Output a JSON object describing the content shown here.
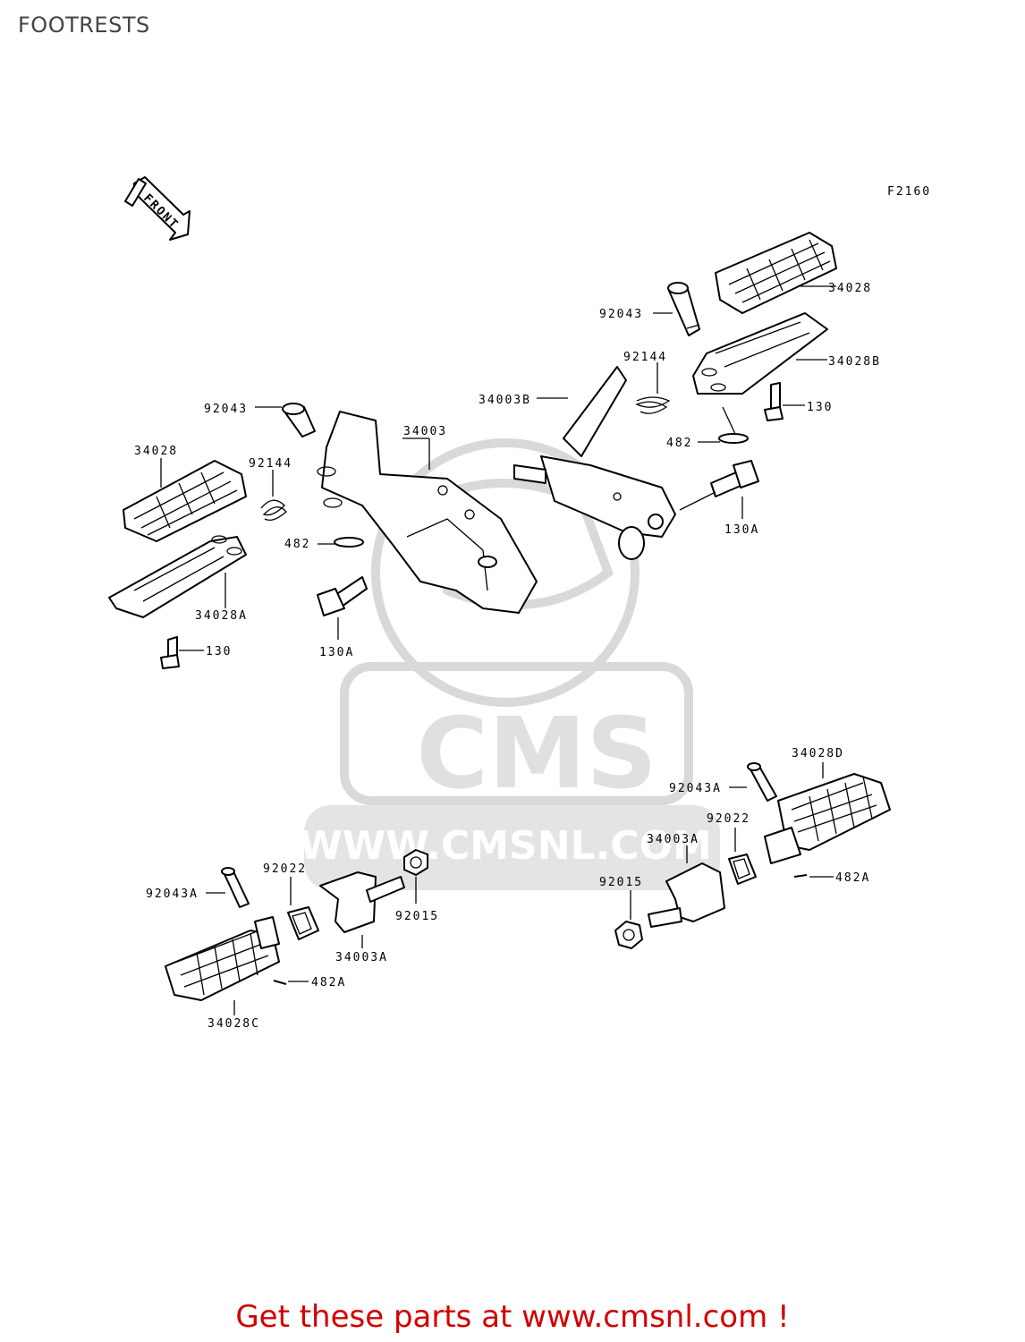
{
  "title": "FOOTRESTS",
  "figure_code": "F2160",
  "front_arrow_label": "FRONT",
  "watermark": {
    "brand": "CMS",
    "url": "WWW.CMSNL.COM"
  },
  "labels": {
    "r_34028": "34028",
    "r_92043": "92043",
    "r_92144": "92144",
    "r_34028B": "34028B",
    "r_34003B": "34003B",
    "r_130": "130",
    "r_482": "482",
    "r_130A": "130A",
    "l_92043": "92043",
    "l_34003": "34003",
    "l_34028": "34028",
    "l_92144": "92144",
    "l_482": "482",
    "l_34028A": "34028A",
    "l_130": "130",
    "l_130A": "130A",
    "br_34028D": "34028D",
    "br_92043A": "92043A",
    "br_92022": "92022",
    "br_34003A": "34003A",
    "br_92015": "92015",
    "br_482A": "482A",
    "bl_92022": "92022",
    "bl_92043A": "92043A",
    "bl_92015": "92015",
    "bl_34003A": "34003A",
    "bl_482A": "482A",
    "bl_34028C": "34028C"
  },
  "footer_text": "Get these parts at www.cmsnl.com !"
}
